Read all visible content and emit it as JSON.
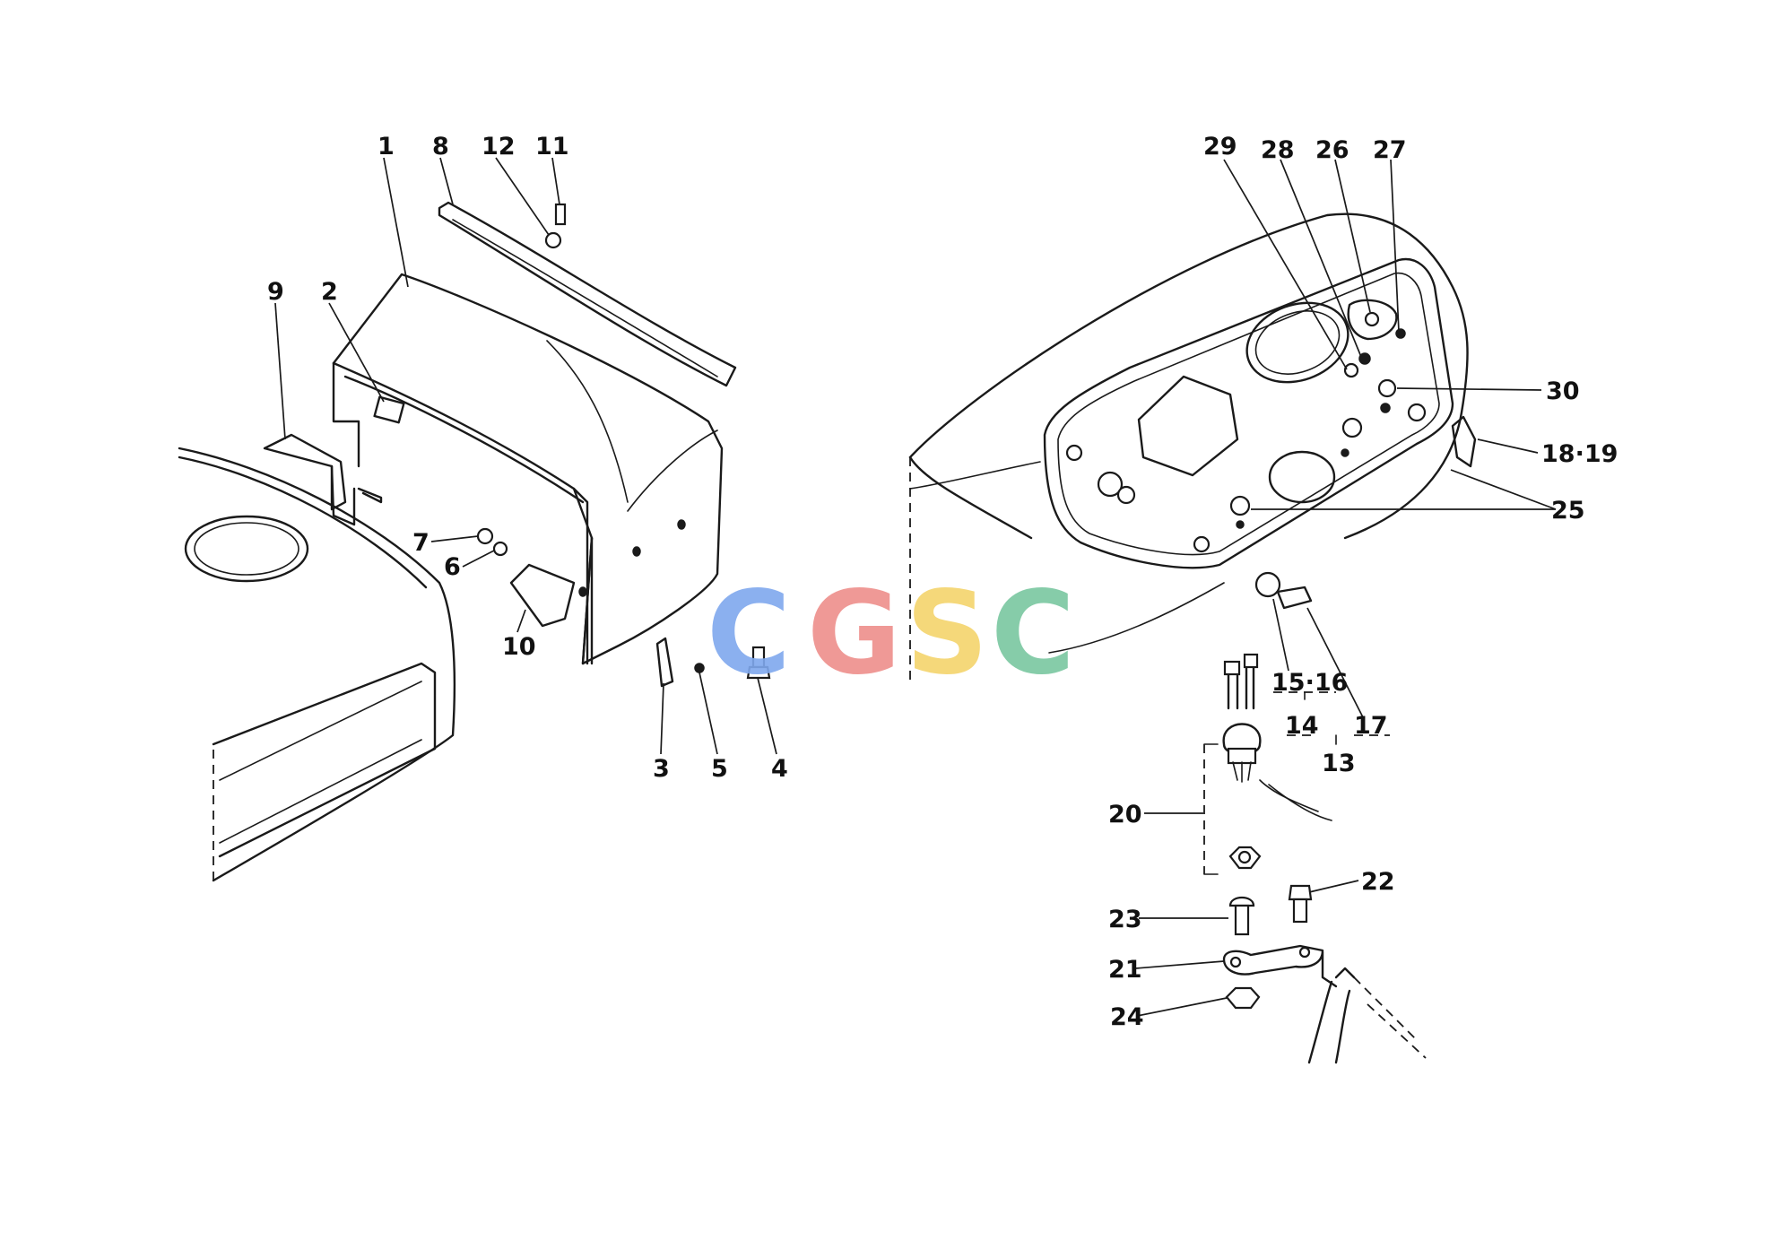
{
  "watermark": {
    "letters": [
      {
        "char": "C",
        "color": "#7fa8ee"
      },
      {
        "char": "G",
        "color": "#ee8f8b"
      },
      {
        "char": "S",
        "color": "#f4d46c"
      },
      {
        "char": "C",
        "color": "#7ac7a0"
      }
    ]
  },
  "callouts": {
    "c1": "1",
    "c2": "2",
    "c3": "3",
    "c4": "4",
    "c5": "5",
    "c6": "6",
    "c7": "7",
    "c8": "8",
    "c9": "9",
    "c10": "10",
    "c11": "11",
    "c12": "12",
    "c13": "13",
    "c14": "14",
    "c15_16": "15·16",
    "c17": "17",
    "c18_19": "18·19",
    "c20": "20",
    "c21": "21",
    "c22": "22",
    "c23": "23",
    "c24": "24",
    "c25": "25",
    "c26": "26",
    "c27": "27",
    "c28": "28",
    "c29": "29",
    "c30": "30"
  }
}
